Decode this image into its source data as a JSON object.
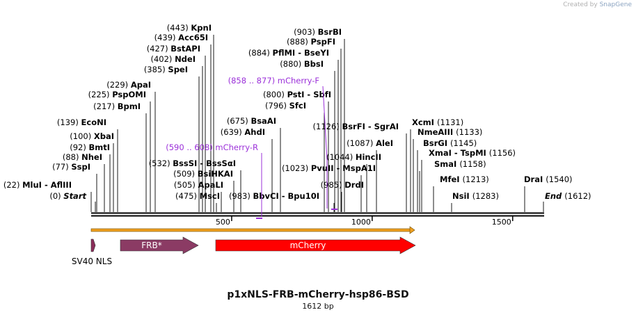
{
  "brand": {
    "prefix": "Created by",
    "name": "SnapGene"
  },
  "plasmid": {
    "name": "p1xNLS-FRB-mCherry-hsp86-BSD",
    "length_label": "1612 bp",
    "length": 1612
  },
  "ruler": {
    "ticks": [
      500,
      1000,
      1500
    ]
  },
  "start": {
    "pos": "(0)",
    "name": "Start"
  },
  "end": {
    "pos": "(1612)",
    "name": "End"
  },
  "sites_left": [
    {
      "pos": "(22)",
      "name": "MluI  -  AflIII",
      "bp": 22
    },
    {
      "pos": "(77)",
      "name": "SspI",
      "bp": 77
    },
    {
      "pos": "(88)",
      "name": "NheI",
      "bp": 88
    },
    {
      "pos": "(92)",
      "name": "BmtI",
      "bp": 92
    },
    {
      "pos": "(100)",
      "name": "XbaI",
      "bp": 100
    },
    {
      "pos": "(139)",
      "name": "EcoNI",
      "bp": 139
    },
    {
      "pos": "(217)",
      "name": "BpmI",
      "bp": 217
    },
    {
      "pos": "(225)",
      "name": "PspOMI",
      "bp": 225
    },
    {
      "pos": "(229)",
      "name": "ApaI",
      "bp": 229
    },
    {
      "pos": "(532)",
      "name": "BssSI  -  BssSαI",
      "bp": 532
    },
    {
      "pos": "(509)",
      "name": "BsiHKAI",
      "bp": 509
    },
    {
      "pos": "(505)",
      "name": "ApaLI",
      "bp": 505
    },
    {
      "pos": "(475)",
      "name": "MscI",
      "bp": 475
    },
    {
      "pos": "(385)",
      "name": "SpeI",
      "bp": 385
    },
    {
      "pos": "(402)",
      "name": "NdeI",
      "bp": 402
    },
    {
      "pos": "(427)",
      "name": "BstAPI",
      "bp": 427
    },
    {
      "pos": "(439)",
      "name": "Acc65I",
      "bp": 439
    },
    {
      "pos": "(443)",
      "name": "KpnI",
      "bp": 443
    },
    {
      "pos": "(639)",
      "name": "AhdI",
      "bp": 639
    },
    {
      "pos": "(675)",
      "name": "BsaAI",
      "bp": 675
    },
    {
      "pos": "(796)",
      "name": "SfcI",
      "bp": 796
    },
    {
      "pos": "(800)",
      "name": "PstI  -  SbfI",
      "bp": 800
    },
    {
      "pos": "(880)",
      "name": "BbsI",
      "bp": 880
    },
    {
      "pos": "(884)",
      "name": "PflMI  -  BseYI",
      "bp": 884
    },
    {
      "pos": "(888)",
      "name": "PspFI",
      "bp": 888
    },
    {
      "pos": "(903)",
      "name": "BsrBI",
      "bp": 903
    },
    {
      "pos": "(983)",
      "name": "BbvCI  -  Bpu10I",
      "bp": 983
    },
    {
      "pos": "(985)",
      "name": "DrdI",
      "bp": 985
    },
    {
      "pos": "(1023)",
      "name": "PvuII  -  MspA1I",
      "bp": 1023
    },
    {
      "pos": "(1044)",
      "name": "HincII",
      "bp": 1044
    },
    {
      "pos": "(1087)",
      "name": "AleI",
      "bp": 1087
    },
    {
      "pos": "(1126)",
      "name": "BsrFI  -  SgrAI",
      "bp": 1126
    }
  ],
  "sites_right": [
    {
      "pos": "(1131)",
      "name": "XcmI",
      "bp": 1131
    },
    {
      "pos": "(1133)",
      "name": "NmeAIII",
      "bp": 1133
    },
    {
      "pos": "(1145)",
      "name": "BsrGI",
      "bp": 1145
    },
    {
      "pos": "(1156)",
      "name": "XmaI  -  TspMI",
      "bp": 1156
    },
    {
      "pos": "(1158)",
      "name": "SmaI",
      "bp": 1158
    },
    {
      "pos": "(1213)",
      "name": "MfeI",
      "bp": 1213
    },
    {
      "pos": "(1283)",
      "name": "NsiI",
      "bp": 1283
    },
    {
      "pos": "(1540)",
      "name": "DraI",
      "bp": 1540
    }
  ],
  "primers": [
    {
      "range": "(858 .. 877)",
      "name": "mCherry-F",
      "start": 858,
      "end": 877
    },
    {
      "range": "(590 .. 608)",
      "name": "mCherry-R",
      "start": 590,
      "end": 608
    }
  ],
  "features": [
    {
      "name": "SV40 NLS",
      "color": "#8b2d5a",
      "start": 0,
      "end": 21,
      "label_below": true
    },
    {
      "name": "FRB*",
      "color": "#8b3b64",
      "start": 103,
      "end": 378
    },
    {
      "name": "mCherry",
      "color": "#ff0000",
      "start": 440,
      "end": 1150
    }
  ],
  "orf_color": "#f0a020",
  "colors": {
    "primer": "#9b30d9",
    "backbone": "#000000"
  }
}
